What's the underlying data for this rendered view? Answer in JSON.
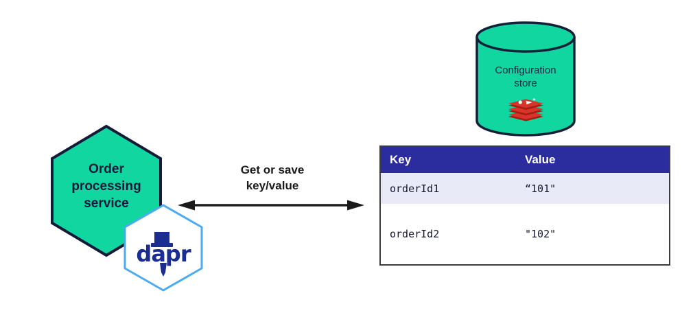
{
  "service": {
    "lines": [
      "Order",
      "processing",
      "service"
    ],
    "fill": "#12d6a0",
    "border": "#141a38",
    "text_color": "#11183a"
  },
  "dapr": {
    "label": "dapr",
    "border_color": "#4aabf3",
    "text_color": "#1b2d90",
    "fill": "#ffffff"
  },
  "arrow": {
    "lines": [
      "Get or save",
      "key/value"
    ],
    "color": "#1b1b1b"
  },
  "store": {
    "lines": [
      "Configuration",
      "store"
    ],
    "fill": "#12d6a0",
    "border": "#13203a",
    "redis_red": "#d8342c",
    "redis_dark_red": "#a41e11"
  },
  "table": {
    "header": {
      "key": "Key",
      "value": "Value",
      "bg": "#2b2c9d"
    },
    "rows": [
      {
        "key": "orderId1",
        "value": "“101\"",
        "bg": "#e9eaf8"
      },
      {
        "key": "orderId2",
        "value": "\"102\"",
        "bg": "#ffffff"
      }
    ]
  }
}
